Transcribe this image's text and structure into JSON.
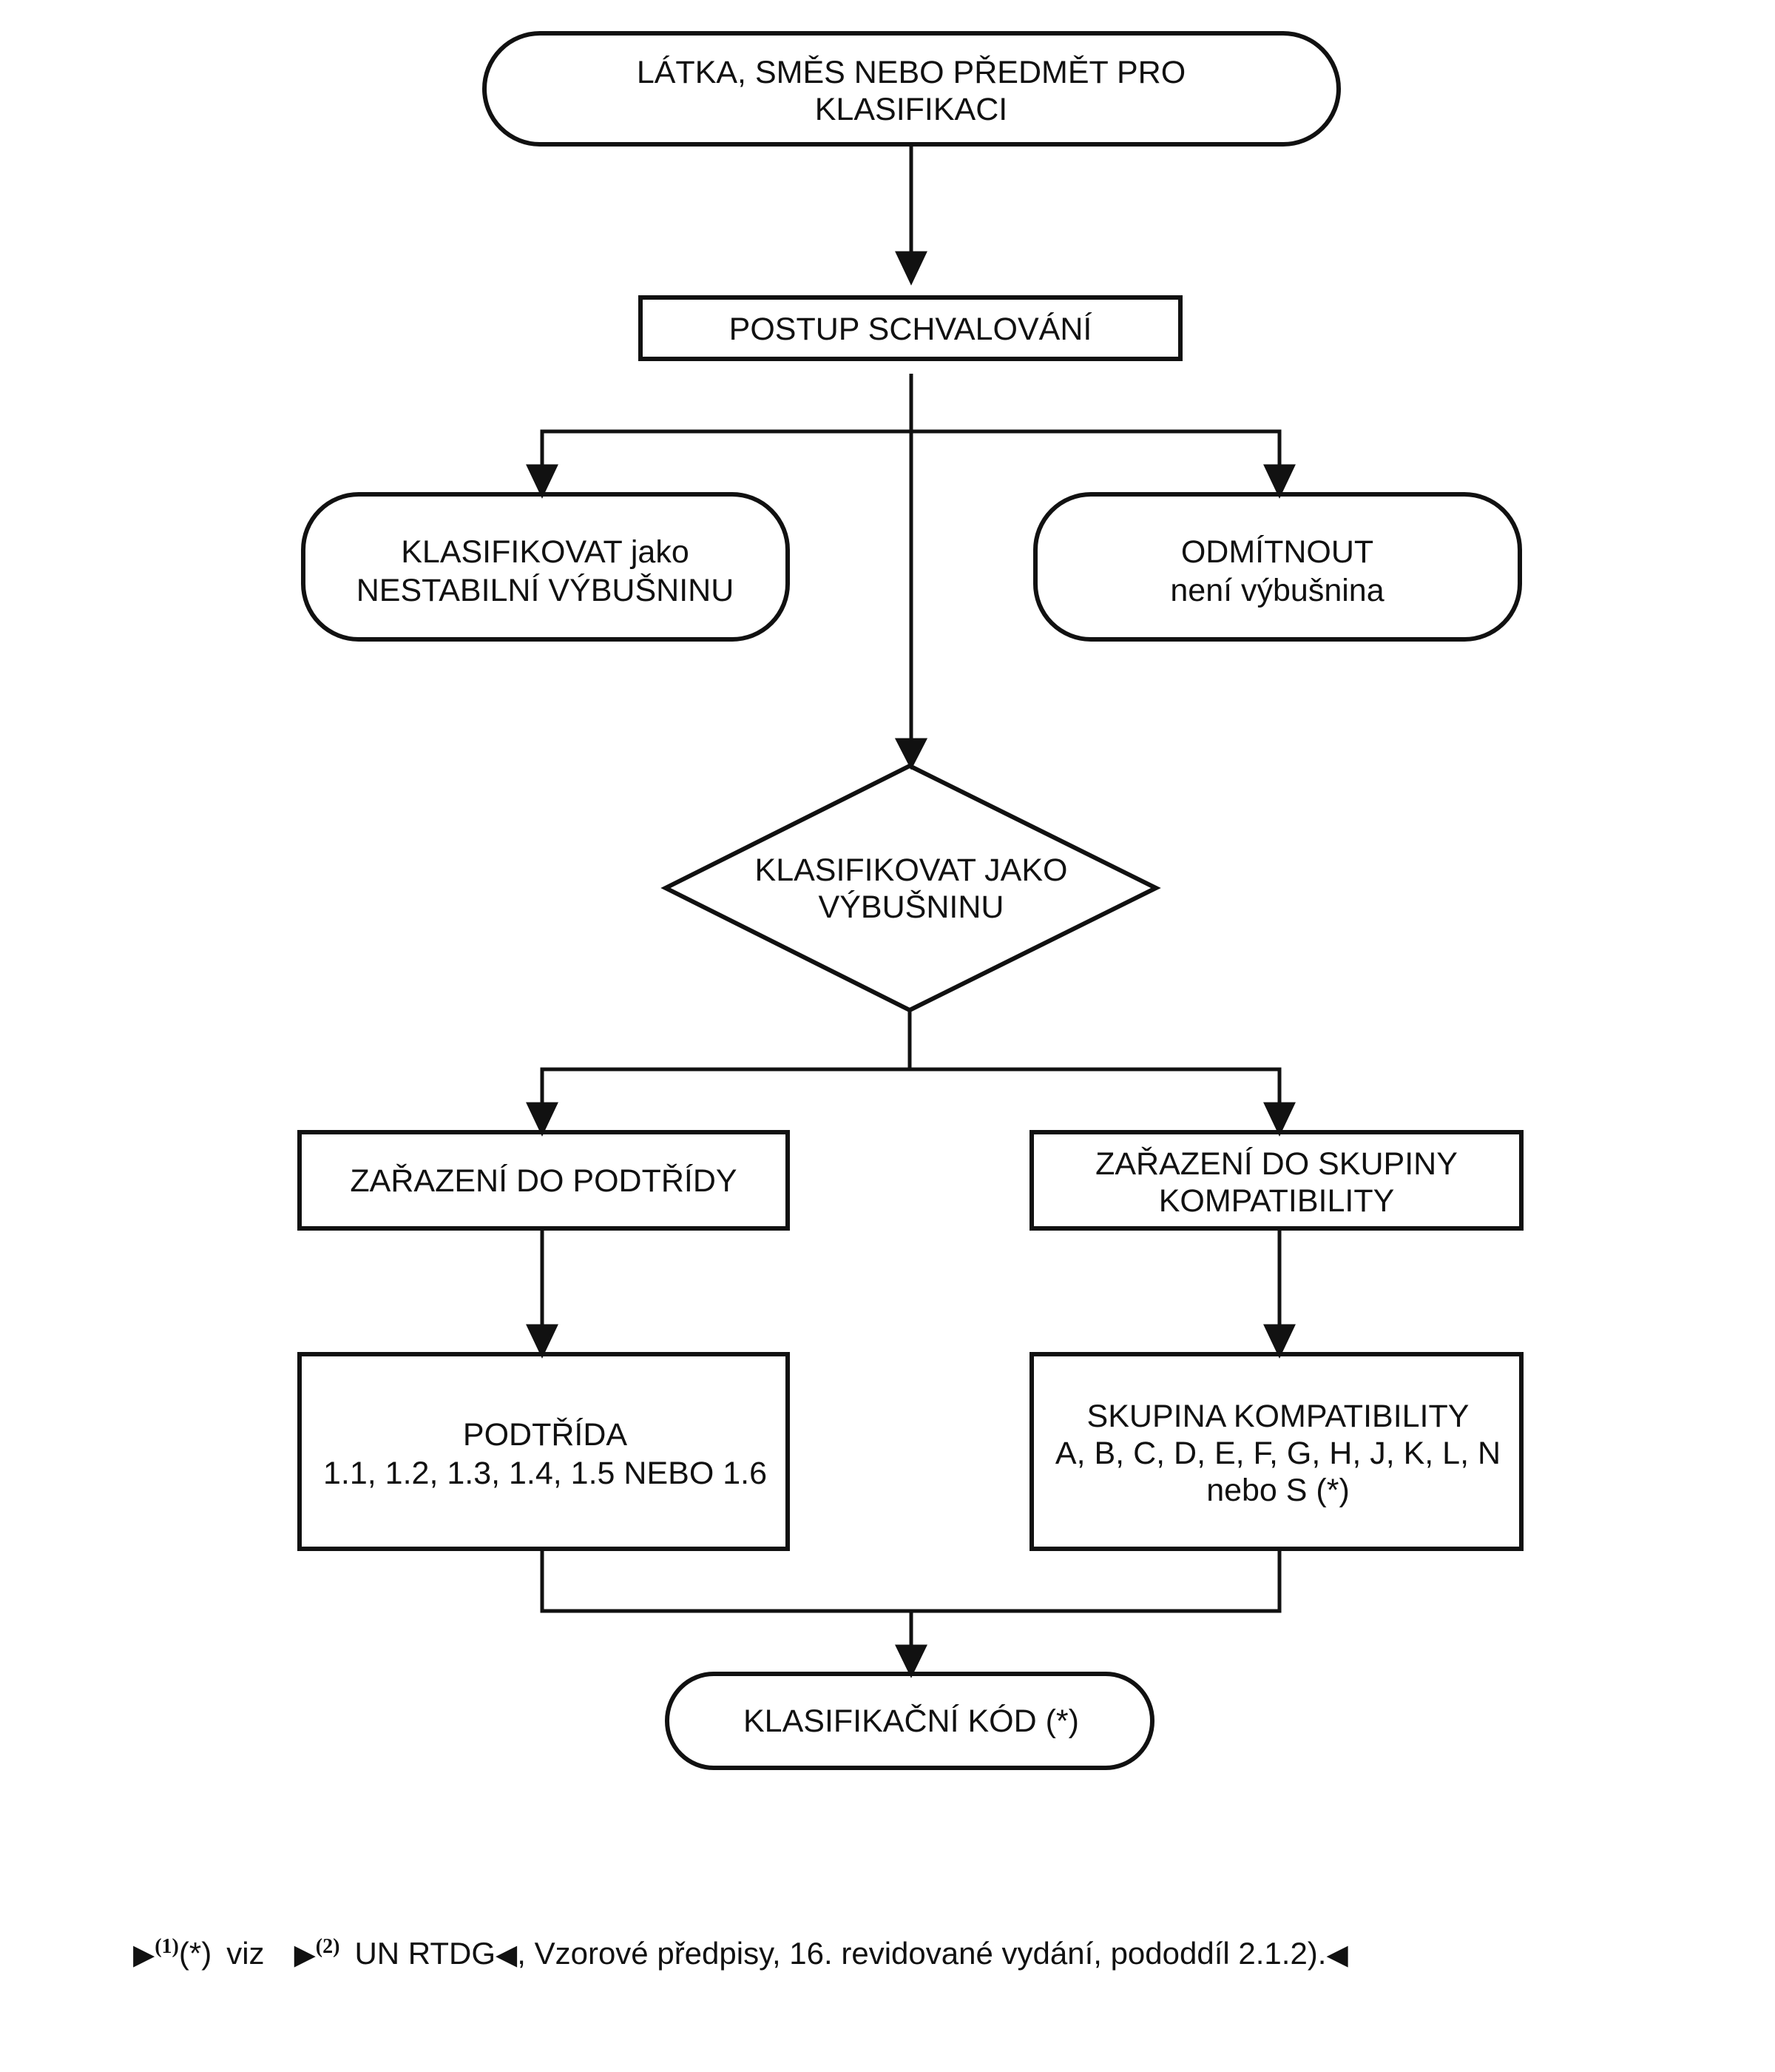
{
  "nodes": {
    "start": {
      "lines": [
        "LÁTKA, SMĚS NEBO PŘEDMĚT PRO",
        "KLASIFIKACI"
      ]
    },
    "approval": {
      "lines": [
        "POSTUP SCHVALOVÁNÍ"
      ]
    },
    "unstable": {
      "lines": [
        "KLASIFIKOVAT jako",
        "NESTABILNÍ VÝBUŠNINU"
      ]
    },
    "reject": {
      "lines": [
        "ODMÍTNOUT",
        "není výbušnina"
      ]
    },
    "classify": {
      "lines": [
        "KLASIFIKOVAT JAKO",
        "VÝBUŠNINU"
      ]
    },
    "division_assign": {
      "lines": [
        "ZAŘAZENÍ DO PODTŘÍDY"
      ]
    },
    "group_assign": {
      "lines": [
        "ZAŘAZENÍ DO SKUPINY",
        "KOMPATIBILITY"
      ]
    },
    "division": {
      "lines": [
        "PODTŘÍDA",
        "1.1, 1.2, 1.3, 1.4, 1.5 NEBO 1.6"
      ]
    },
    "group": {
      "lines": [
        "SKUPINA KOMPATIBILITY",
        "A, B, C, D, E, F, G, H, J, K, L, N",
        "nebo S (*)"
      ]
    },
    "code": {
      "lines": [
        "KLASIFIKAČNÍ KÓD (*)"
      ]
    }
  },
  "footnote": {
    "marker_open": "▶",
    "sup1": "(1)",
    "ref": "(*)",
    "viz": "viz",
    "sup2": "(2)",
    "rtdg": "UN RTDG",
    "marker_close": "◀",
    "text": ",  Vzorové předpisy, 16. revidované  vydání, pododdíl 2.1.2)."
  }
}
